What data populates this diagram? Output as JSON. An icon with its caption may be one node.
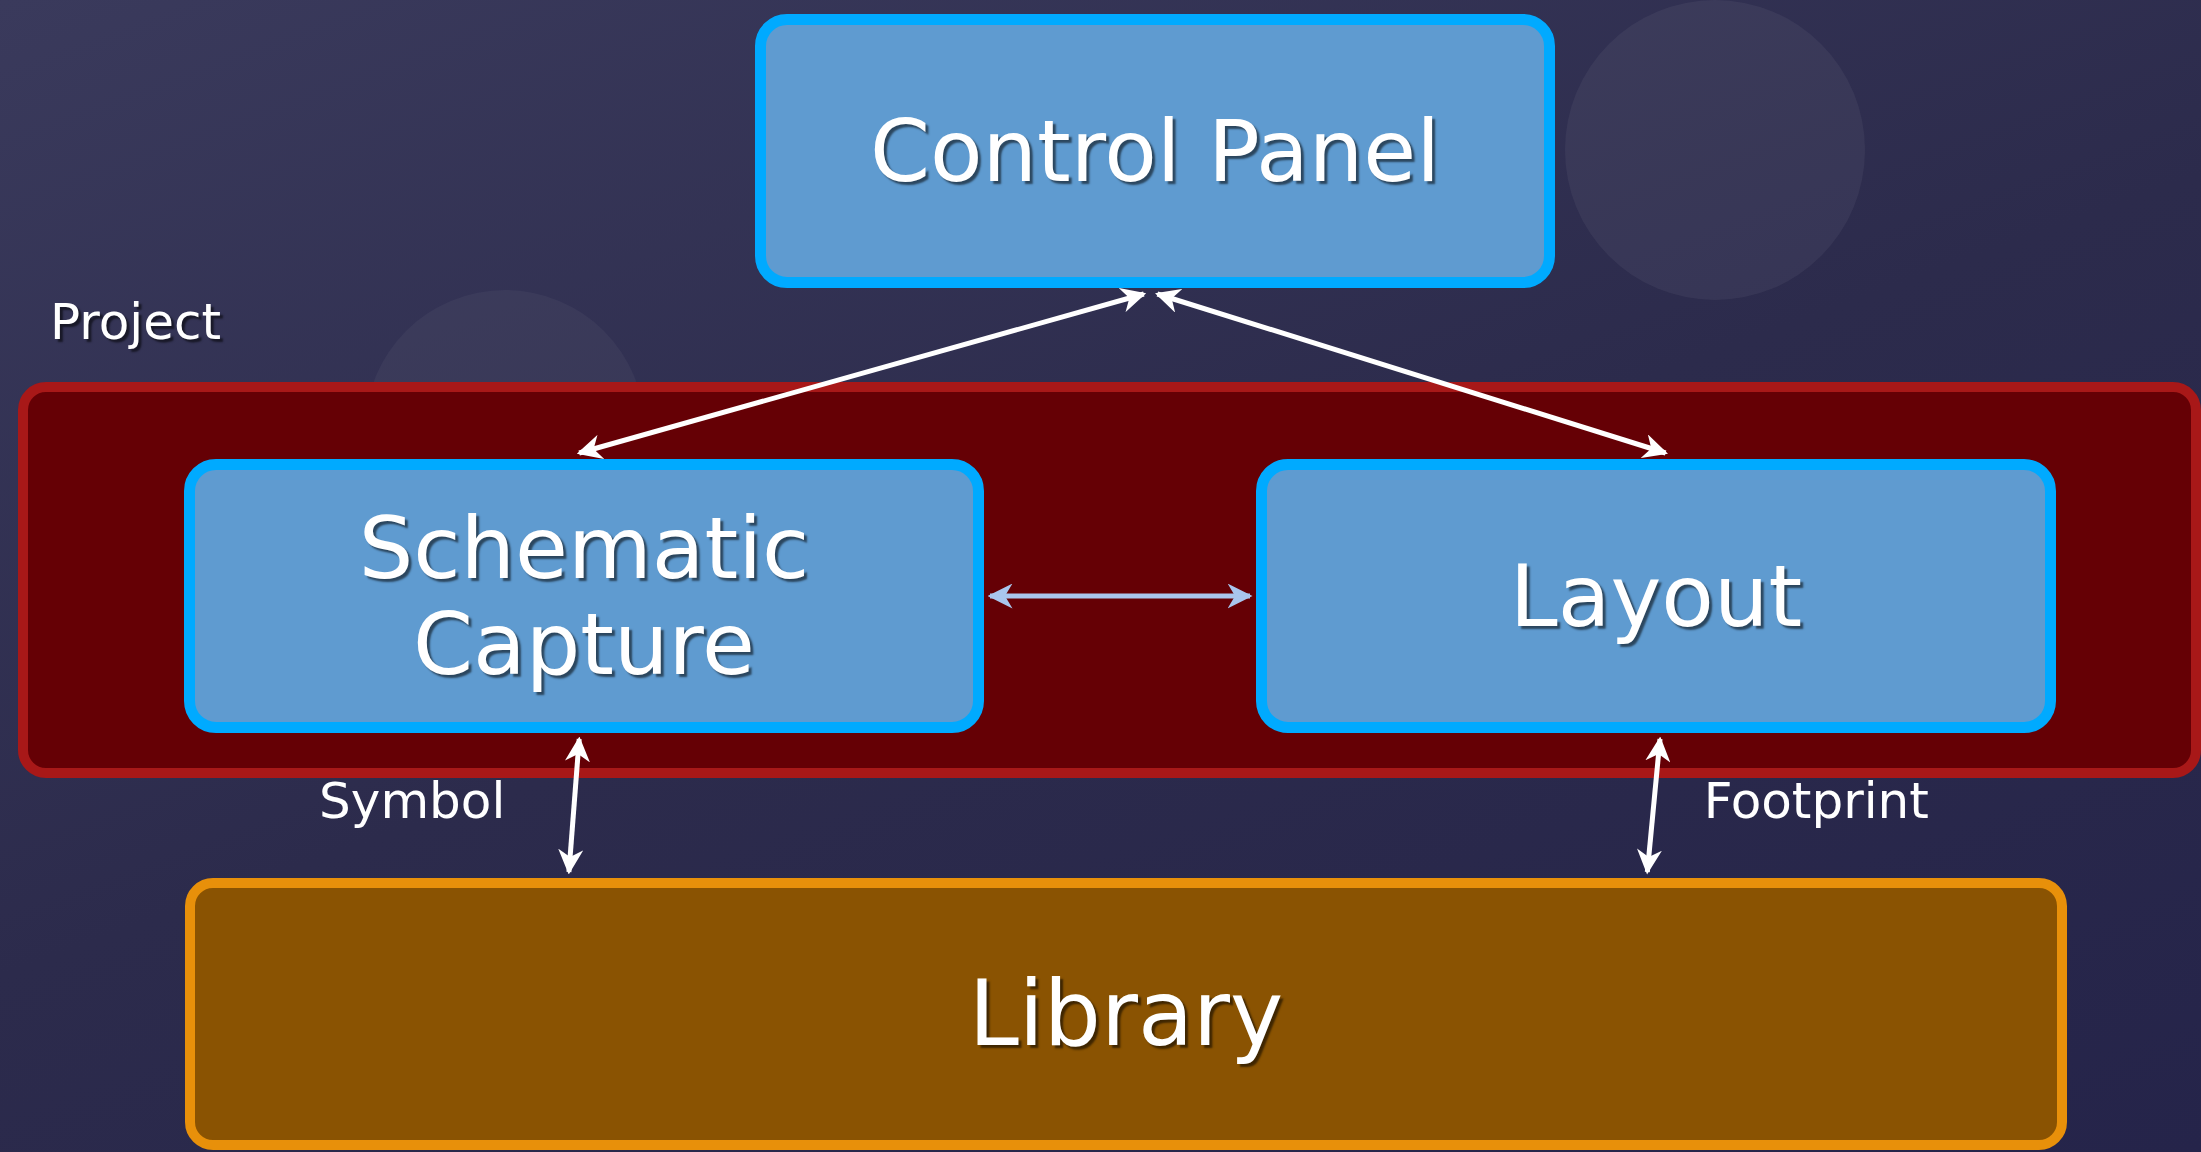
{
  "diagram": {
    "nodes": [
      {
        "text": [
          "Control Panel"
        ]
      },
      {
        "text": [
          "Project"
        ]
      },
      {
        "text": [
          "Schematic Capture"
        ],
        "in": 1
      },
      {
        "text": [
          "Layout"
        ],
        "in": 1
      },
      {
        "text": [
          "Library"
        ]
      }
    ],
    "edges": [
      {
        "from": 0,
        "to": 2,
        "arrow": "both"
      },
      {
        "from": 0,
        "to": 3,
        "arrow": "both"
      },
      {
        "from": 2,
        "to": 3,
        "arrow": "both",
        "color": "#a9c6ee"
      },
      {
        "from": 2,
        "to": 4,
        "arrow": "both",
        "label": "Symbol"
      },
      {
        "from": 3,
        "to": 4,
        "arrow": "both",
        "label": "Footprint"
      }
    ]
  }
}
